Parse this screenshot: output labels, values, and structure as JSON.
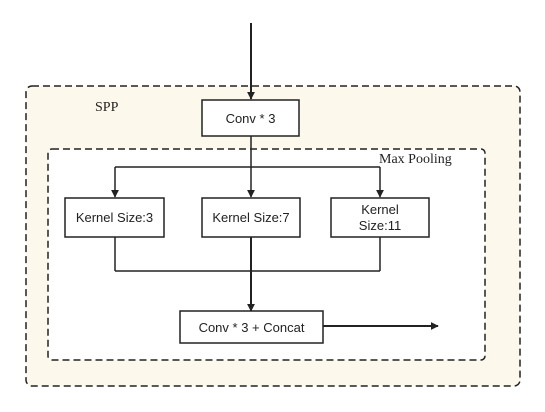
{
  "colors": {
    "outer_fill": "#fcf8ec",
    "line": "#222222",
    "box_fill": "#ffffff"
  },
  "outer_region": {
    "label": "SPP"
  },
  "inner_region": {
    "label": "Max Pooling"
  },
  "nodes": {
    "conv_top": {
      "label": "Conv * 3"
    },
    "kernel_3": {
      "label": "Kernel Size:3"
    },
    "kernel_7": {
      "label": "Kernel Size:7"
    },
    "kernel_11": {
      "label_lines": [
        "Kernel",
        "Size:11"
      ]
    },
    "concat": {
      "label": "Conv * 3 + Concat"
    }
  }
}
